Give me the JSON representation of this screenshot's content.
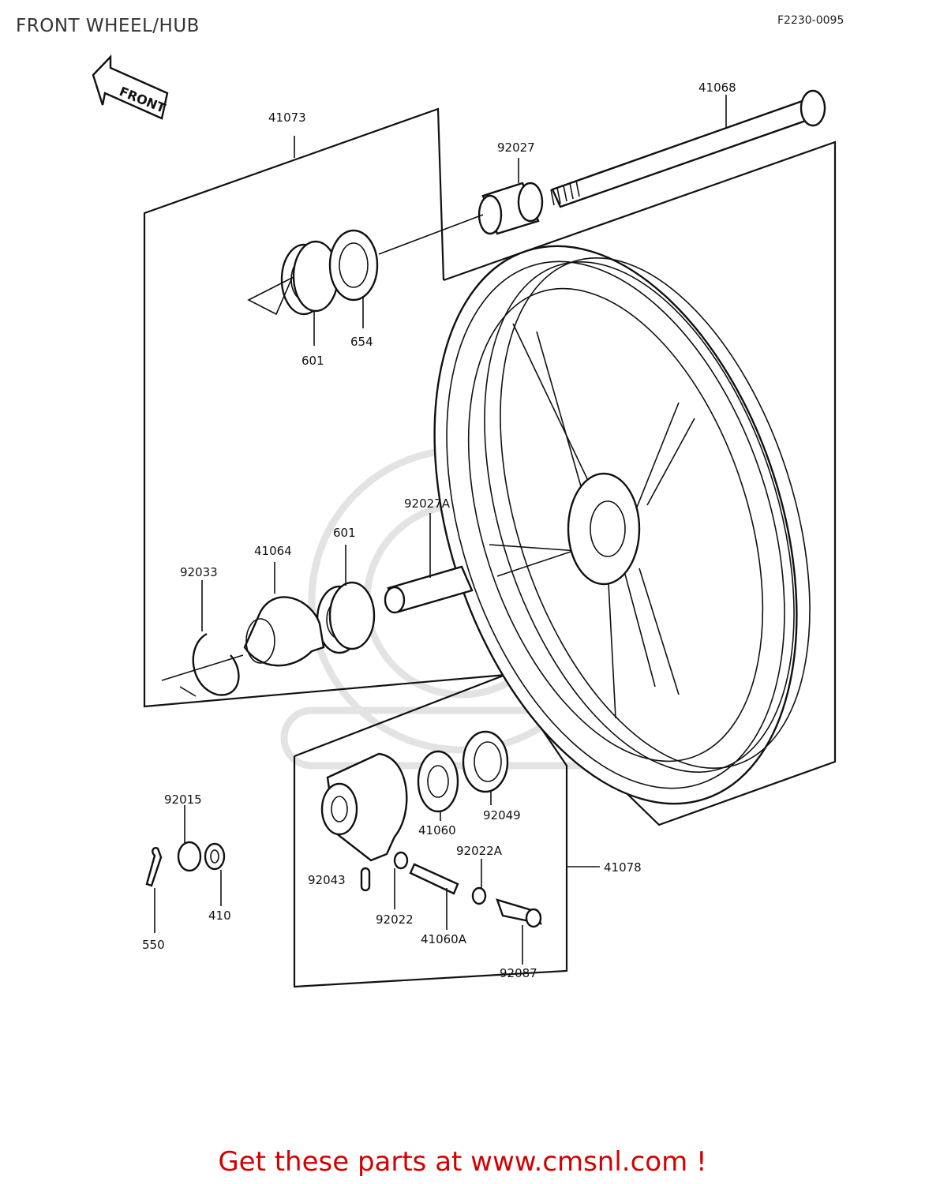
{
  "header": {
    "title": "FRONT WHEEL/HUB",
    "figure_code": "F2230-0095"
  },
  "front_arrow": {
    "label": "FRONT"
  },
  "parts": {
    "p41073": "41073",
    "p41068": "41068",
    "p92027": "92027",
    "p601a": "601",
    "p654": "654",
    "p92027A": "92027A",
    "p601b": "601",
    "p41064": "41064",
    "p92033": "92033",
    "p92015": "92015",
    "p410": "410",
    "p550": "550",
    "p92049": "92049",
    "p41060": "41060",
    "p92022A": "92022A",
    "p41078": "41078",
    "p92043": "92043",
    "p92022": "92022",
    "p41060A": "41060A",
    "p92087": "92087"
  },
  "footer": {
    "cta": "Get these parts at www.cmsnl.com !"
  }
}
